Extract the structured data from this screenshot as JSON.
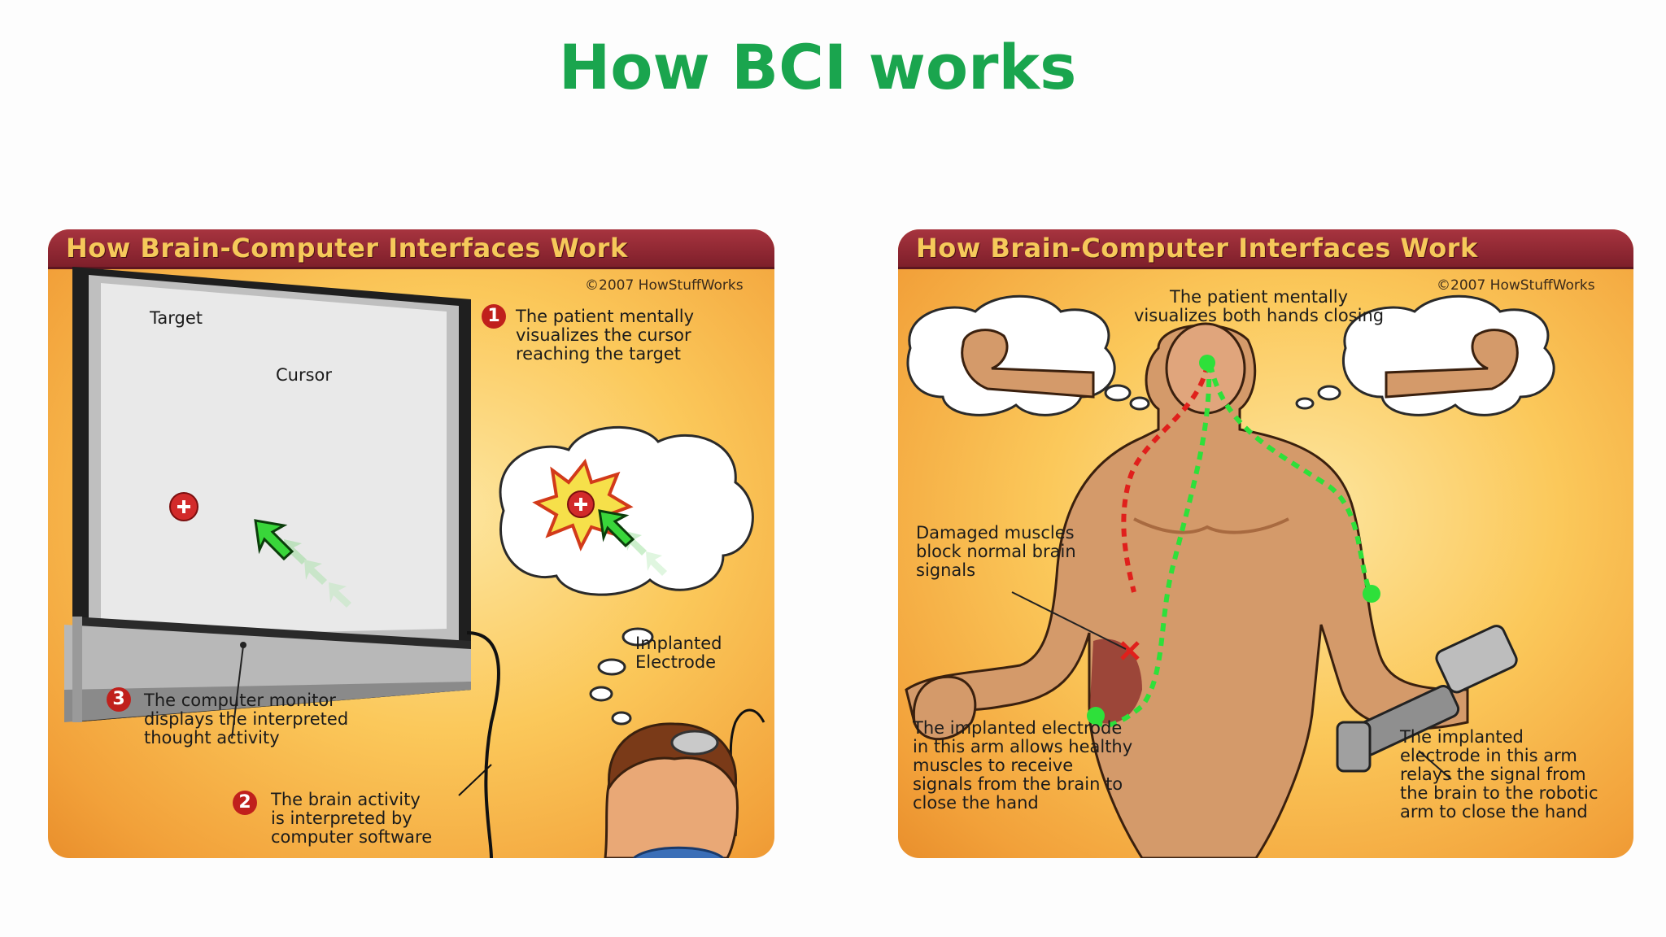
{
  "title": "How BCI works",
  "left_panel": {
    "banner": "How Brain-Computer Interfaces Work",
    "copyright": "©2007 HowStuffWorks",
    "target_label": "Target",
    "cursor_label": "Cursor",
    "step1_num": "1",
    "step1_text": "The patient mentally\nvisualizes the cursor\nreaching the target",
    "electrode_label": "Implanted\nElectrode",
    "step3_num": "3",
    "step3_text": "The computer monitor\ndisplays the interpreted\nthought activity",
    "step2_num": "2",
    "step2_text": "The brain activity\nis interpreted by\ncomputer software"
  },
  "right_panel": {
    "banner": "How Brain-Computer Interfaces Work",
    "copyright": "©2007 HowStuffWorks",
    "visualize_text": "The patient mentally\nvisualizes both hands closing",
    "damaged_text": "Damaged muscles\nblock normal brain\nsignals",
    "left_electrode_text": "The implanted electrode\nin this arm allows healthy\nmuscles to receive\nsignals from the brain to\nclose the hand",
    "right_electrode_text": "The implanted\nelectrode in this arm\nrelays the signal from\nthe brain to the robotic\narm to close the hand"
  },
  "colors": {
    "title": "#1aa54e",
    "banner": "#8c2632",
    "banner_text": "#f6c95a",
    "panel_bg": "#fbc85a",
    "signal_green": "#2ee03a",
    "signal_red": "#e0201c",
    "step_badge": "#c0201c"
  }
}
